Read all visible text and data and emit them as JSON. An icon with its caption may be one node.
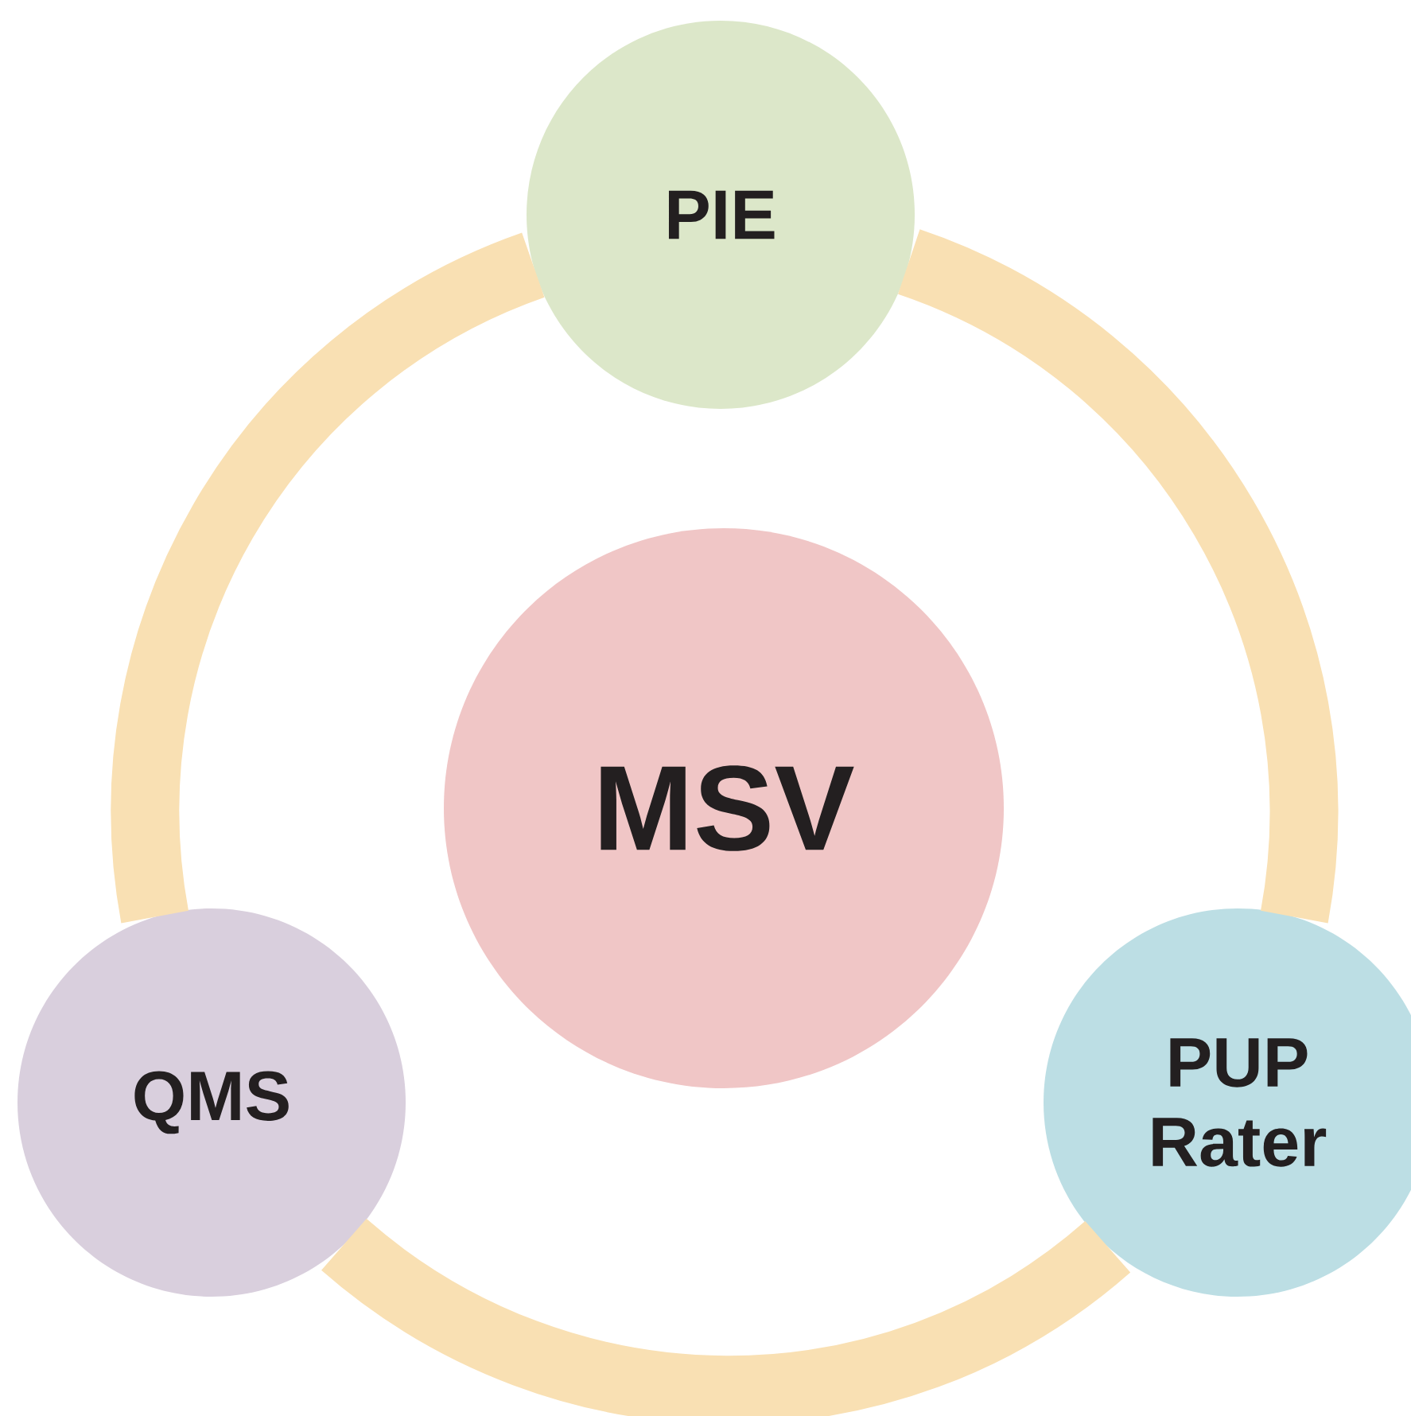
{
  "diagram": {
    "nodes": [
      {
        "text": [
          "PIE"
        ]
      },
      {
        "text": [
          "MSV"
        ]
      },
      {
        "text": [
          "QMS"
        ]
      },
      {
        "text": [
          "PUP Rater"
        ]
      }
    ],
    "edges": [
      {
        "from": 0,
        "to": 3,
        "arrow": "none"
      },
      {
        "from": 3,
        "to": 2,
        "arrow": "none"
      },
      {
        "from": 2,
        "to": 0,
        "arrow": "none"
      }
    ]
  }
}
